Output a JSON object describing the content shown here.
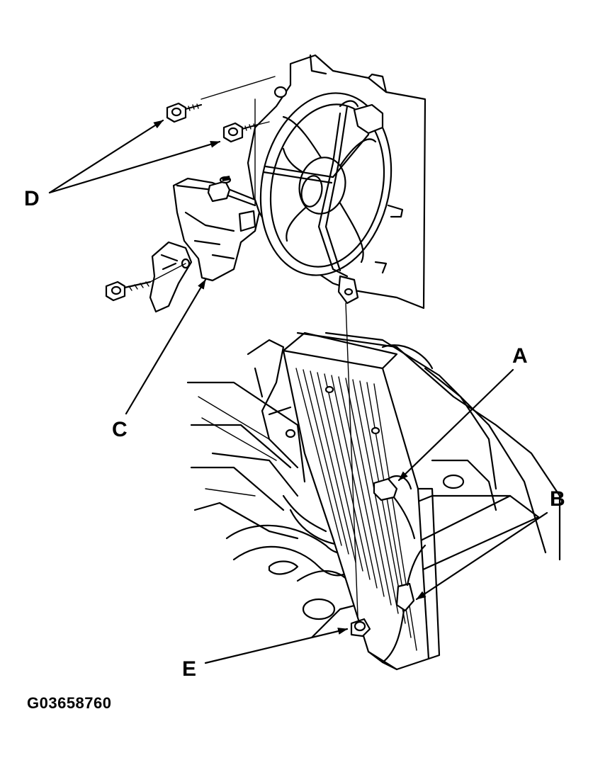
{
  "diagram": {
    "callouts": {
      "A": "A",
      "B": "B",
      "C": "C",
      "D": "D",
      "E": "E"
    },
    "figure_code": "G03658760"
  },
  "colors": {
    "line": "#000000",
    "background": "#ffffff"
  }
}
